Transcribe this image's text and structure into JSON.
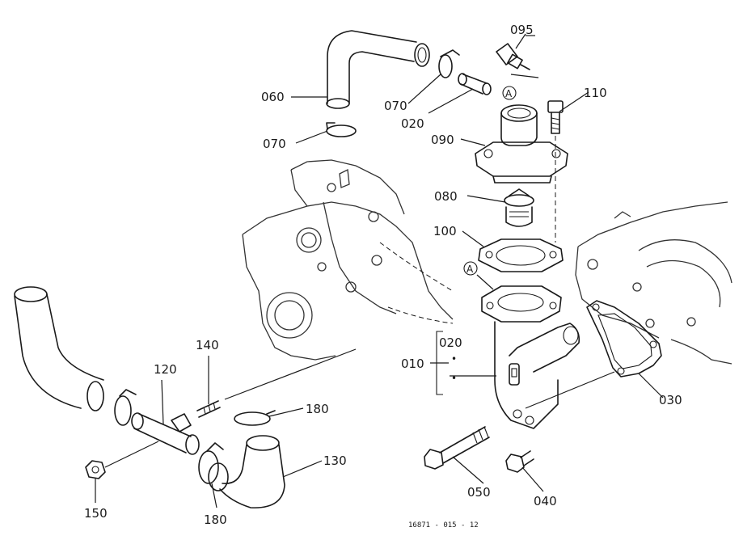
{
  "callouts": {
    "c010": "010",
    "c020a": "020",
    "c020b": "020",
    "c030": "030",
    "c040": "040",
    "c050": "050",
    "c060": "060",
    "c070a": "070",
    "c070b": "070",
    "c080": "080",
    "c090": "090",
    "c095": "095",
    "c100": "100",
    "c110": "110",
    "c120": "120",
    "c130": "130",
    "c140": "140",
    "c150": "150",
    "c180a": "180",
    "c180b": "180"
  },
  "markers": {
    "a_top": "A",
    "a_mid": "A"
  },
  "reference_code": "16871 - 015 - 12"
}
